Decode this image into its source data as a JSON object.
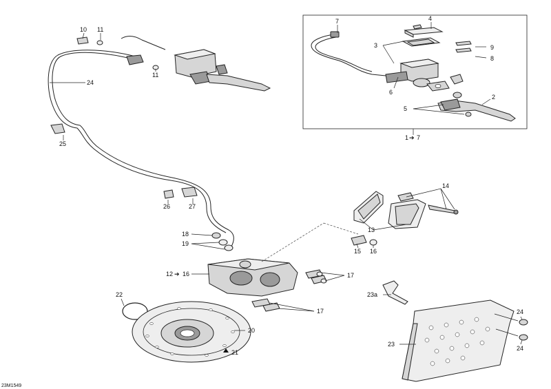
{
  "callouts": {
    "c10": "10",
    "c11a": "11",
    "c11b": "11",
    "c24a": "24",
    "c25": "25",
    "c26": "26",
    "c27": "27",
    "c18": "18",
    "c19": "19",
    "c12": "12",
    "c16": "16",
    "c17a": "17",
    "c17b": "17",
    "c22": "22",
    "c20": "20",
    "c21": "21",
    "c14": "14",
    "c13": "13",
    "c15": "15",
    "c16b": "16",
    "c23a": "23a",
    "c23": "23",
    "c24b": "24",
    "c24c": "24",
    "i7": "7",
    "i4": "4",
    "i3": "3",
    "i9": "9",
    "i8": "8",
    "i6": "6",
    "i2": "2",
    "i5": "5",
    "i1": "1",
    "i7b": "7"
  },
  "doc_code": "23M1549",
  "colors": {
    "line": "#222222",
    "fill": "#d6d6d6",
    "background": "#ffffff"
  }
}
